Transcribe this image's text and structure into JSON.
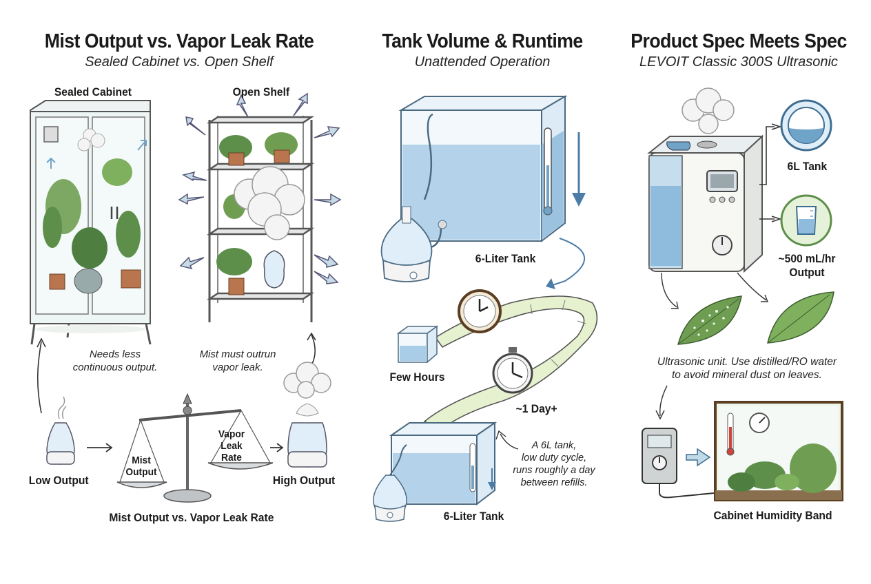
{
  "left_panel": {
    "title": "Mist Output vs. Vapor Leak Rate",
    "subtitle": "Sealed Cabinet vs. Open Shelf",
    "sealed_label": "Sealed Cabinet",
    "open_label": "Open Shelf",
    "sealed_note_line1": "Needs less",
    "sealed_note_line2": "continuous output.",
    "open_note_line1": "Mist must outrun",
    "open_note_line2": "vapor leak.",
    "low_output_label": "Low Output",
    "high_output_label": "High Output",
    "scale_left_line1": "Mist",
    "scale_left_line2": "Output",
    "scale_right_line1": "Vapor",
    "scale_right_line2": "Leak",
    "scale_right_line3": "Rate",
    "scale_caption": "Mist Output vs. Vapor Leak Rate"
  },
  "middle_panel": {
    "title": "Tank Volume & Runtime",
    "subtitle": "Unattended Operation",
    "tank_top_label": "6-Liter Tank",
    "few_hours_label": "Few Hours",
    "one_day_label": "~1 Day+",
    "tank_bottom_label": "6-Liter Tank",
    "note_line1": "A 6L tank,",
    "note_line2": "low duty cycle,",
    "note_line3": "runs roughly a day",
    "note_line4": "between refills."
  },
  "right_panel": {
    "title": "Product Spec Meets Spec",
    "subtitle": "LEVOIT Classic 300S Ultrasonic",
    "tank_label": "6L Tank",
    "output_line1": "~500 mL/hr",
    "output_line2": "Output",
    "note_line1": "Ultrasonic unit. Use distilled/RO water",
    "note_line2": "to avoid mineral dust on leaves.",
    "band_label": "Cabinet Humidity Band"
  },
  "colors": {
    "water": "#a9cde6",
    "water_dark": "#6fa3c8",
    "leaf": "#5d8f4a",
    "leaf_light": "#8bbd6a",
    "metal": "#8a8f94",
    "pot": "#b9754e",
    "circle_fill": "#dfeef8",
    "circle_green": "#e6f1d9"
  }
}
